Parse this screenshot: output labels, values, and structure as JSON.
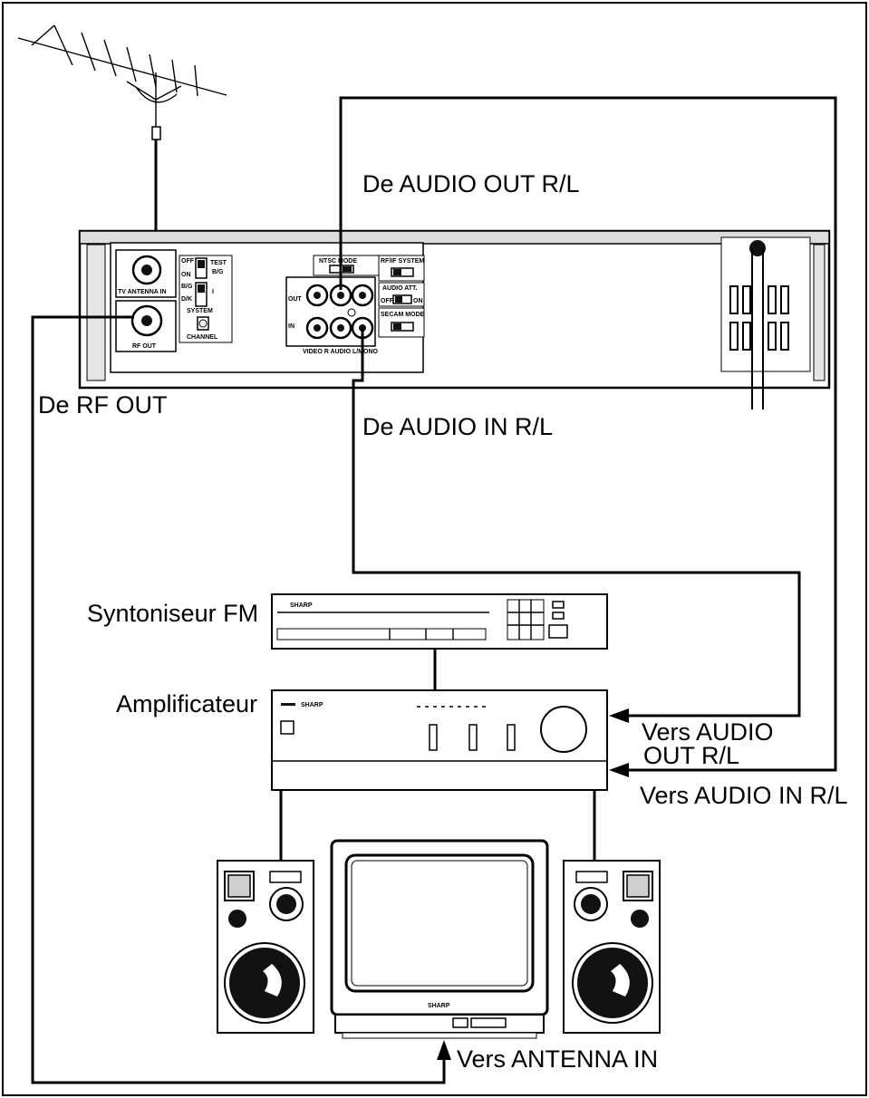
{
  "labels": {
    "from_audio_out": "De AUDIO OUT R/L",
    "from_rf_out": "De RF OUT",
    "from_audio_in": "De AUDIO IN R/L",
    "tuner": "Syntoniseur FM",
    "amplifier": "Amplificateur",
    "to_audio_out_line1": "Vers AUDIO",
    "to_audio_out_line2": "OUT R/L",
    "to_audio_in": "Vers AUDIO IN R/L",
    "to_antenna_in": "Vers ANTENNA IN"
  },
  "vcr_panel": {
    "tv_antenna_in": "TV ANTENNA IN",
    "rf_out": "RF OUT",
    "switch_off_on": "OFF",
    "switch_on": "ON",
    "test": "TEST",
    "bg": "B/G",
    "dk": "D/K",
    "i": "I",
    "system": "SYSTEM",
    "channel": "CHANNEL",
    "out": "OUT",
    "in": "IN",
    "jack_caption": "VIDEO  R AUDIO L/MONO",
    "ntsc_mode": "NTSC MODE",
    "rf_if_system": "RF/IF SYSTEM",
    "audio_att": "AUDIO ATT.",
    "off": "OFF",
    "on": "ON",
    "secam_mode": "SECAM MODE"
  },
  "brand": {
    "tv": "SHARP",
    "tuner": "SHARP",
    "amp": "SHARP"
  }
}
